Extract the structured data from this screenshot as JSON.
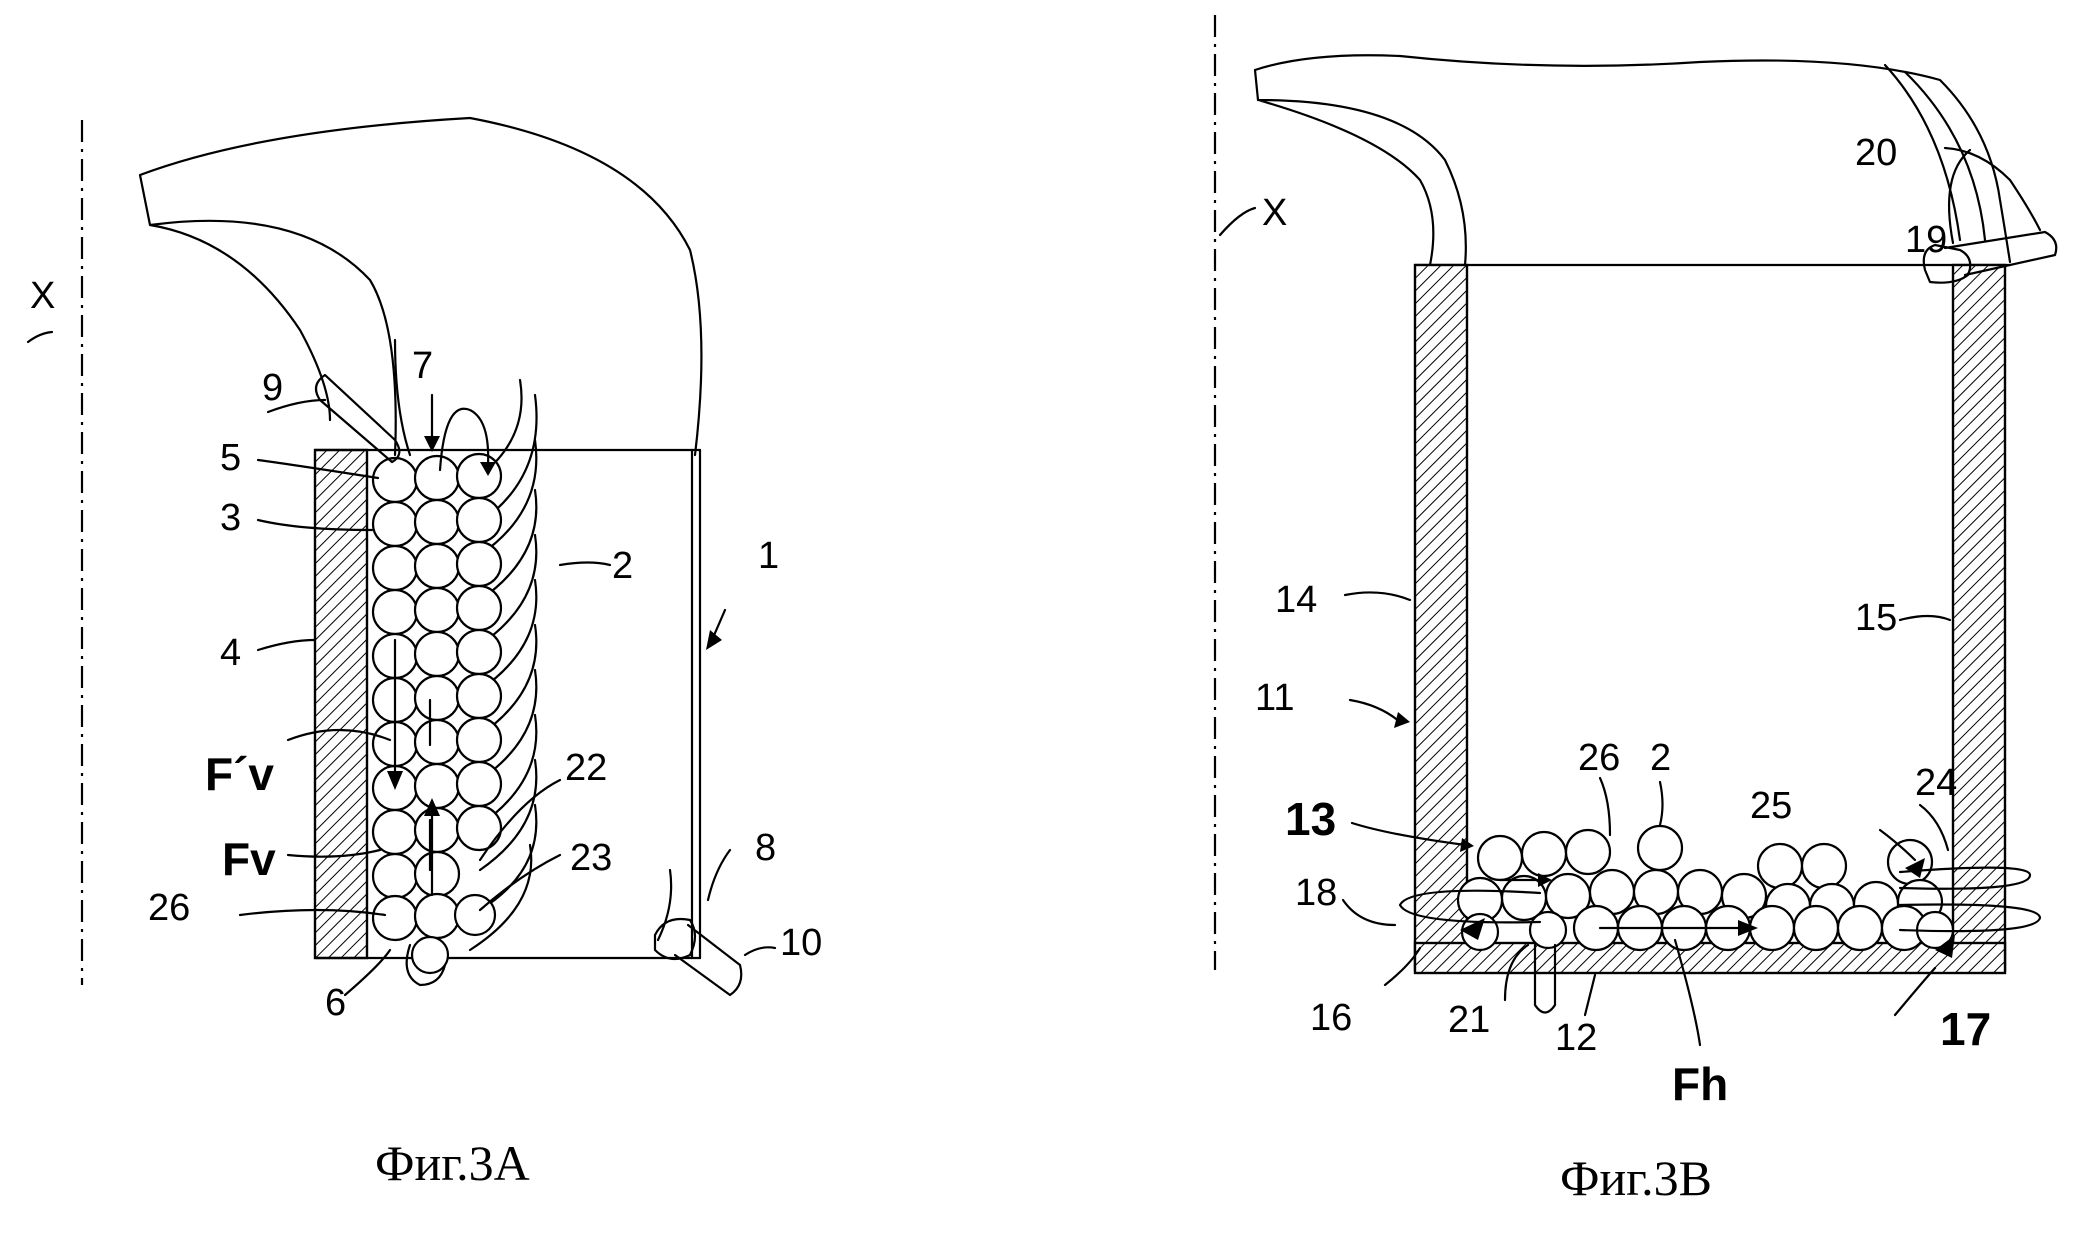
{
  "figure_a": {
    "caption": "Фиг.3A",
    "axis_label": "X",
    "labels": {
      "n1": "1",
      "n2": "2",
      "n3": "3",
      "n4": "4",
      "n5": "5",
      "n6": "6",
      "n7": "7",
      "n8": "8",
      "n9": "9",
      "n10": "10",
      "n22": "22",
      "n23": "23",
      "n26": "26",
      "fv_prime": "F´v",
      "fv": "Fv"
    }
  },
  "figure_b": {
    "caption": "Фиг.3B",
    "axis_label": "X",
    "labels": {
      "n2": "2",
      "n11": "11",
      "n12": "12",
      "n13": "13",
      "n14": "14",
      "n15": "15",
      "n16": "16",
      "n17": "17",
      "n18": "18",
      "n19": "19",
      "n20": "20",
      "n21": "21",
      "n24": "24",
      "n25": "25",
      "n26": "26",
      "fh": "Fh"
    }
  }
}
